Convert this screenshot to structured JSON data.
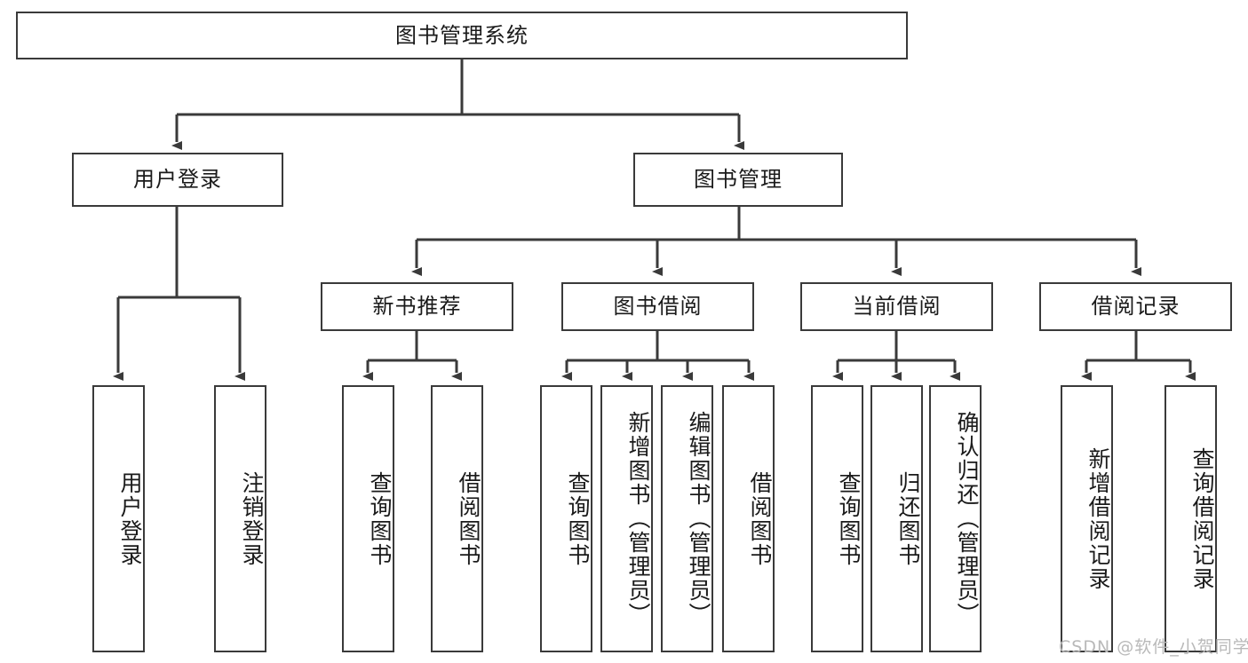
{
  "diagram": {
    "type": "tree",
    "title": "图书管理系统",
    "root": {
      "label": "图书管理系统"
    },
    "level2": [
      {
        "label": "用户登录"
      },
      {
        "label": "图书管理"
      }
    ],
    "level3": [
      {
        "label": "新书推荐"
      },
      {
        "label": "图书借阅"
      },
      {
        "label": "当前借阅"
      },
      {
        "label": "借阅记录"
      }
    ],
    "leaves": {
      "user_login": [
        {
          "label": "用户登录"
        },
        {
          "label": "注销登录"
        }
      ],
      "new_book_recommend": [
        {
          "label": "查询图书"
        },
        {
          "label": "借阅图书"
        }
      ],
      "book_borrow": [
        {
          "label": "查询图书"
        },
        {
          "label": "新增图书（管理员）"
        },
        {
          "label": "编辑图书（管理员）"
        },
        {
          "label": "借阅图书"
        }
      ],
      "current_borrow": [
        {
          "label": "查询图书"
        },
        {
          "label": "归还图书"
        },
        {
          "label": "确认归还（管理员）"
        }
      ],
      "borrow_records": [
        {
          "label": "新增借阅记录"
        },
        {
          "label": "查询借阅记录"
        }
      ]
    }
  },
  "watermark": {
    "text": "CSDN @软件_小贺同学"
  },
  "colors": {
    "stroke": "#3a3a3a",
    "fill": "#ffffff",
    "text": "#1a1a1a",
    "watermark": "#b9b9b9"
  }
}
